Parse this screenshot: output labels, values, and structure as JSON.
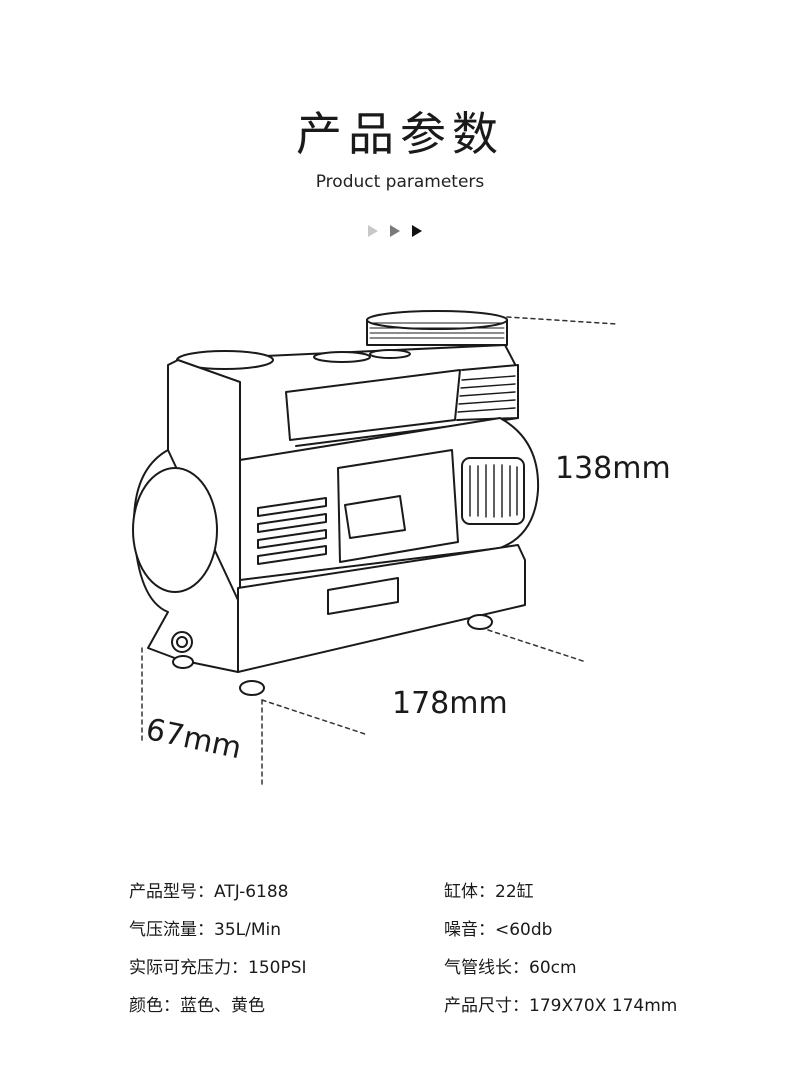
{
  "header": {
    "title": "产品参数",
    "subtitle": "Product parameters"
  },
  "arrows": {
    "colors": [
      "#c8c8c8",
      "#7a7a7a",
      "#111111"
    ],
    "icon": "triangle-right-icon"
  },
  "dimensions": {
    "height": "138mm",
    "width": "178mm",
    "depth": "67mm"
  },
  "specs": {
    "left": [
      {
        "label": "产品型号：",
        "value": "ATJ-6188"
      },
      {
        "label": "气压流量：",
        "value": "35L/Min"
      },
      {
        "label": "实际可充压力：",
        "value": "150PSI"
      },
      {
        "label": "颜色：",
        "value": "蓝色、黄色"
      }
    ],
    "right": [
      {
        "label": "缸体：",
        "value": "22缸"
      },
      {
        "label": "噪音：",
        "value": "<60db"
      },
      {
        "label": "气管线长：",
        "value": "60cm"
      },
      {
        "label": "产品尺寸：",
        "value": "179X70X 174mm"
      }
    ]
  }
}
